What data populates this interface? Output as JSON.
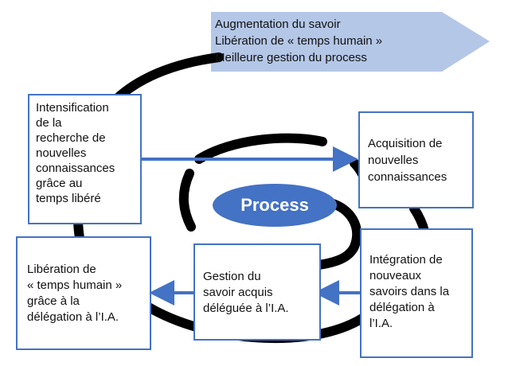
{
  "banner": {
    "lines": "Augmentation du savoir\nLibération de « temps humain »\nMeilleure gestion du process"
  },
  "process": {
    "label": "Process"
  },
  "boxes": {
    "intensification": "Intensification\nde la\nrecherche de\nnouvelles\nconnaissances\ngrâce au\ntemps libéré",
    "acquisition": "Acquisition de\nnouvelles\nconnaissances",
    "liberation": "Libération de\n« temps humain »\ngrâce à la\ndélégation à l’I.A.",
    "gestion": "Gestion du\nsavoir acquis\ndéléguée à l’I.A.",
    "integration": "Intégration de\nnouveaux\nsavoirs dans la\ndélégation à\nl’I.A."
  },
  "colors": {
    "accent": "#4472C4",
    "banner_fill": "#B4C7E7",
    "spiral": "#000000"
  }
}
